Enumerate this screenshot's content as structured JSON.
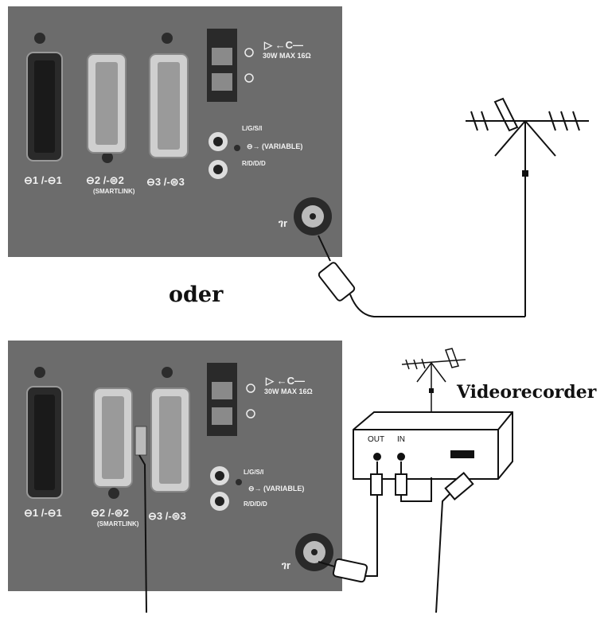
{
  "top_panel": {
    "port1": "⊖1 /-⊖1",
    "port2": "⊖2 /-⊜2",
    "smartlink": "(SMARTLINK)",
    "port3": "⊖3 /-⊜3",
    "speaker_line": "▷ ←C—",
    "speaker_rating": "30W MAX 16Ω",
    "audio_l": "L/G/S/I",
    "audio_variable": "⊖→ (VARIABLE)",
    "audio_r": "R/D/D/D",
    "antenna_symbol": "ገr"
  },
  "oder": "oder",
  "bottom_panel": {
    "port1": "⊖1 /-⊖1",
    "port2": "⊖2 /-⊜2",
    "smartlink": "(SMARTLINK)",
    "port3": "⊖3 /-⊜3",
    "speaker_line": "▷ ←C—",
    "speaker_rating": "30W MAX 16Ω",
    "audio_l": "L/G/S/I",
    "audio_variable": "⊖→ (VARIABLE)",
    "audio_r": "R/D/D/D",
    "antenna_symbol": "ገr"
  },
  "vcr": {
    "title": "Videorecorder",
    "out_label": "OUT",
    "in_label": "IN"
  },
  "colors": {
    "panel": "#6c6c6c",
    "panel_text": "#f2f2f2",
    "line": "#111111"
  }
}
